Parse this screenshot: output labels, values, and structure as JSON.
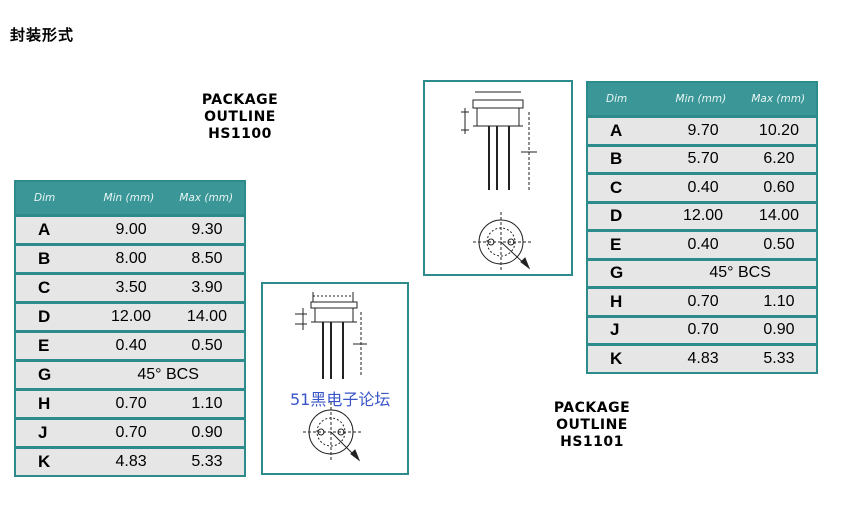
{
  "heading": "封装形式",
  "hs1100": {
    "title": [
      "PACKAGE",
      "OUTLINE",
      "HS1100"
    ],
    "table": {
      "headers": [
        "Dim",
        "Min (mm)",
        "Max (mm)"
      ],
      "rows": [
        {
          "dim": "A",
          "min": "9.00",
          "max": "9.30"
        },
        {
          "dim": "B",
          "min": "8.00",
          "max": "8.50"
        },
        {
          "dim": "C",
          "min": "3.50",
          "max": "3.90"
        },
        {
          "dim": "D",
          "min": "12.00",
          "max": "14.00"
        },
        {
          "dim": "E",
          "min": "0.40",
          "max": "0.50"
        },
        {
          "dim": "G",
          "span": "45° BCS"
        },
        {
          "dim": "H",
          "min": "0.70",
          "max": "1.10"
        },
        {
          "dim": "J",
          "min": "0.70",
          "max": "0.90"
        },
        {
          "dim": "K",
          "min": "4.83",
          "max": "5.33"
        }
      ]
    }
  },
  "hs1101": {
    "title": [
      "PACKAGE",
      "OUTLINE",
      "HS1101"
    ],
    "table": {
      "headers": [
        "Dim",
        "Min (mm)",
        "Max (mm)"
      ],
      "rows": [
        {
          "dim": "A",
          "min": "9.70",
          "max": "10.20"
        },
        {
          "dim": "B",
          "min": "5.70",
          "max": "6.20"
        },
        {
          "dim": "C",
          "min": "0.40",
          "max": "0.60"
        },
        {
          "dim": "D",
          "min": "12.00",
          "max": "14.00"
        },
        {
          "dim": "E",
          "min": "0.40",
          "max": "0.50"
        },
        {
          "dim": "G",
          "span": "45° BCS"
        },
        {
          "dim": "H",
          "min": "0.70",
          "max": "1.10"
        },
        {
          "dim": "J",
          "min": "0.70",
          "max": "0.90"
        },
        {
          "dim": "K",
          "min": "4.83",
          "max": "5.33"
        }
      ]
    }
  },
  "watermark": "51黑电子论坛",
  "colors": {
    "teal": "#2e8b8b",
    "cell": "#e6e6e6",
    "watermark": "#3a55c8"
  }
}
